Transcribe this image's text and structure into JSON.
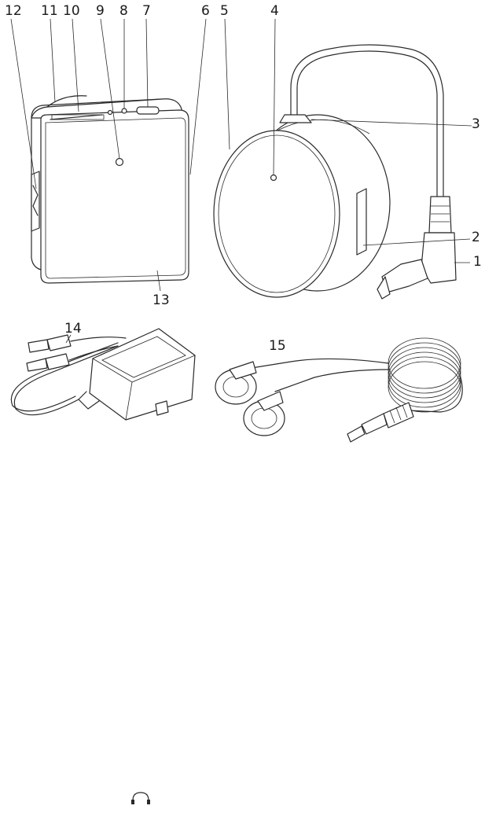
{
  "callouts": {
    "c1": "1",
    "c2": "2",
    "c3": "3",
    "c4": "4",
    "c5": "5",
    "c6": "6",
    "c7": "7",
    "c8": "8",
    "c9": "9",
    "c10": "10",
    "c11": "11",
    "c12": "12",
    "c13": "13",
    "c14": "14",
    "c15": "15"
  },
  "icons": {
    "footer": "headphones-icon"
  },
  "colors": {
    "line": "#2a2a2a",
    "background": "#ffffff"
  }
}
